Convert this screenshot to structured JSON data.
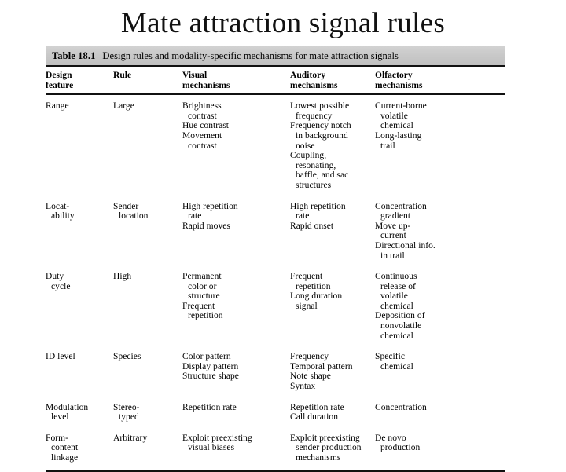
{
  "slide": {
    "title": "Mate attraction signal rules"
  },
  "table": {
    "caption_number": "Table 18.1",
    "caption_text": "Design rules and modality-specific mechanisms for mate attraction signals",
    "headers": [
      {
        "line1": "Design",
        "line2": "feature"
      },
      {
        "line1": "Rule",
        "line2": ""
      },
      {
        "line1": "Visual",
        "line2": "mechanisms"
      },
      {
        "line1": "Auditory",
        "line2": "mechanisms"
      },
      {
        "line1": "Olfactory",
        "line2": "mechanisms"
      }
    ],
    "rows": [
      {
        "feature": [
          "Range"
        ],
        "rule": [
          "Large"
        ],
        "visual": [
          [
            "Brightness",
            "contrast"
          ],
          [
            "Hue contrast"
          ],
          [
            "Movement",
            "contrast"
          ]
        ],
        "auditory": [
          [
            "Lowest possible",
            "frequency"
          ],
          [
            "Frequency notch",
            "in background",
            "noise"
          ],
          [
            "Coupling,",
            "resonating,",
            "baffle, and sac",
            "structures"
          ]
        ],
        "olfactory": [
          [
            "Current-borne",
            "volatile",
            "chemical"
          ],
          [
            "Long-lasting",
            "trail"
          ]
        ]
      },
      {
        "feature": [
          "Locat-",
          "ability"
        ],
        "rule": [
          "Sender",
          "location"
        ],
        "visual": [
          [
            "High repetition",
            "rate"
          ],
          [
            "Rapid moves"
          ]
        ],
        "auditory": [
          [
            "High repetition",
            "rate"
          ],
          [
            "Rapid onset"
          ]
        ],
        "olfactory": [
          [
            "Concentration",
            "gradient"
          ],
          [
            "Move up-",
            "current"
          ],
          [
            "Directional info.",
            "in trail"
          ]
        ]
      },
      {
        "feature": [
          "Duty",
          "cycle"
        ],
        "rule": [
          "High"
        ],
        "visual": [
          [
            "Permanent",
            "color or",
            "structure"
          ],
          [
            "Frequent",
            "repetition"
          ]
        ],
        "auditory": [
          [
            "Frequent",
            "repetition"
          ],
          [
            "Long duration",
            "signal"
          ]
        ],
        "olfactory": [
          [
            "Continuous",
            "release of",
            "volatile",
            "chemical"
          ],
          [
            "Deposition of",
            "nonvolatile",
            "chemical"
          ]
        ]
      },
      {
        "feature": [
          "ID level"
        ],
        "rule": [
          "Species"
        ],
        "visual": [
          [
            "Color pattern"
          ],
          [
            "Display pattern"
          ],
          [
            "Structure shape"
          ]
        ],
        "auditory": [
          [
            "Frequency"
          ],
          [
            "Temporal pattern"
          ],
          [
            "Note shape"
          ],
          [
            "Syntax"
          ]
        ],
        "olfactory": [
          [
            "Specific",
            "chemical"
          ]
        ]
      },
      {
        "feature": [
          "Modulation",
          "level"
        ],
        "rule": [
          "Stereo-",
          "typed"
        ],
        "visual": [
          [
            "Repetition rate"
          ]
        ],
        "auditory": [
          [
            "Repetition rate"
          ],
          [
            "Call duration"
          ]
        ],
        "olfactory": [
          [
            "Concentration"
          ]
        ]
      },
      {
        "feature": [
          "Form-",
          "content",
          "linkage"
        ],
        "rule": [
          "Arbitrary"
        ],
        "visual": [
          [
            "Exploit preexisting",
            "visual biases"
          ]
        ],
        "auditory": [
          [
            "Exploit preexisting",
            "sender production",
            "mechanisms"
          ]
        ],
        "olfactory": [
          [
            "De novo",
            "production"
          ]
        ]
      }
    ]
  }
}
